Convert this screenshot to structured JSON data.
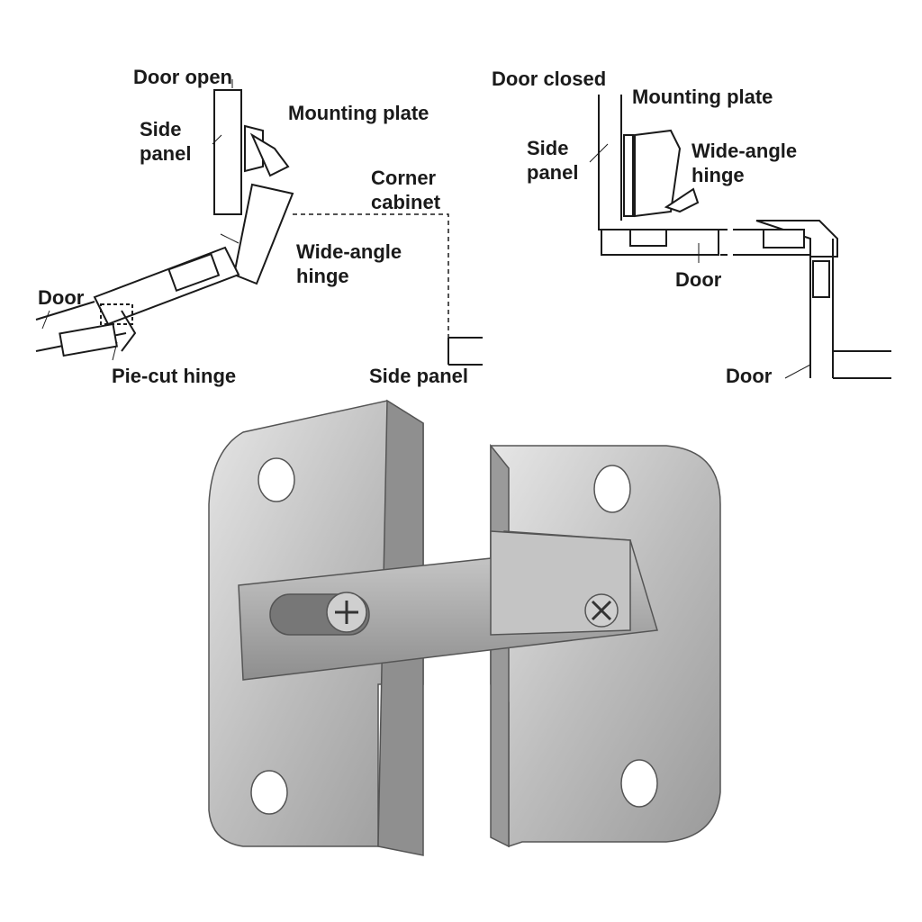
{
  "left_diagram": {
    "door_open": "Door open",
    "side_panel_top": [
      "Side",
      "panel"
    ],
    "mounting_plate": "Mounting plate",
    "corner_cabinet": [
      "Corner",
      "cabinet"
    ],
    "wide_angle_hinge": [
      "Wide-angle",
      "hinge"
    ],
    "door": "Door",
    "pie_cut_hinge": "Pie-cut hinge",
    "side_panel_bottom": "Side panel"
  },
  "right_diagram": {
    "door_closed": "Door closed",
    "mounting_plate": "Mounting plate",
    "side_panel": [
      "Side",
      "panel"
    ],
    "wide_angle_hinge": [
      "Wide-angle",
      "hinge"
    ],
    "door_top": "Door",
    "door_bottom": "Door"
  },
  "colors": {
    "ink": "#1a1a1a",
    "metal_light": "#d8d8d8",
    "metal_dark": "#8a8a8a"
  }
}
